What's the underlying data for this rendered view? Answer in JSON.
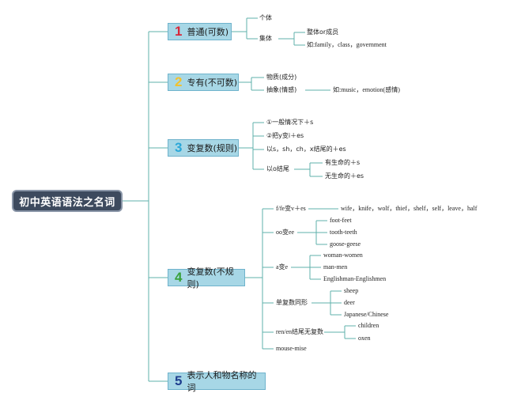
{
  "root": "初中英语语法之名词",
  "cat1": {
    "num": "1",
    "label": "普通(可数)",
    "color": "#d8283a",
    "c1": "个体",
    "c2": "集体",
    "c2a": "整体or成员",
    "c2b": "如:family，class，government"
  },
  "cat2": {
    "num": "2",
    "label": "专有(不可数)",
    "color": "#f2c12e",
    "c1": "物质(成分)",
    "c2": "抽象(情感)",
    "c2a": "如:music，emotion(感情)"
  },
  "cat3": {
    "num": "3",
    "label": "变复数(规则)",
    "color": "#2aa7d8",
    "c1": "①一般情况下＋s",
    "c2": "②把y变i＋es",
    "c3": "以s，sh，ch，x结尾的＋es",
    "c4": "以o结尾",
    "c4a": "有生命的＋s",
    "c4b": "无生命的＋es"
  },
  "cat4": {
    "num": "4",
    "label": "变复数(不规则)",
    "color": "#37a13a",
    "f": "f/fe变v＋es",
    "f_ex": "wife，knife，wolf，thief，shelf，self，leave，half",
    "oo": "oo变ee",
    "oo1": "foot-feet",
    "oo2": "tooth-teeth",
    "oo3": "goose-geese",
    "a": "a变e",
    "a1": "woman-women",
    "a2": "man-men",
    "a3": "Englishman-Englishmen",
    "same": "单复数同形",
    "s1": "sheep",
    "s2": "deer",
    "s3": "Japanese/Chinese",
    "ren": "ren/en结尾无复数",
    "r1": "children",
    "r2": "oxen",
    "mouse": "mouse-mise"
  },
  "cat5": {
    "num": "5",
    "label": "表示人和物名称的词",
    "color": "#1f3f8f"
  }
}
